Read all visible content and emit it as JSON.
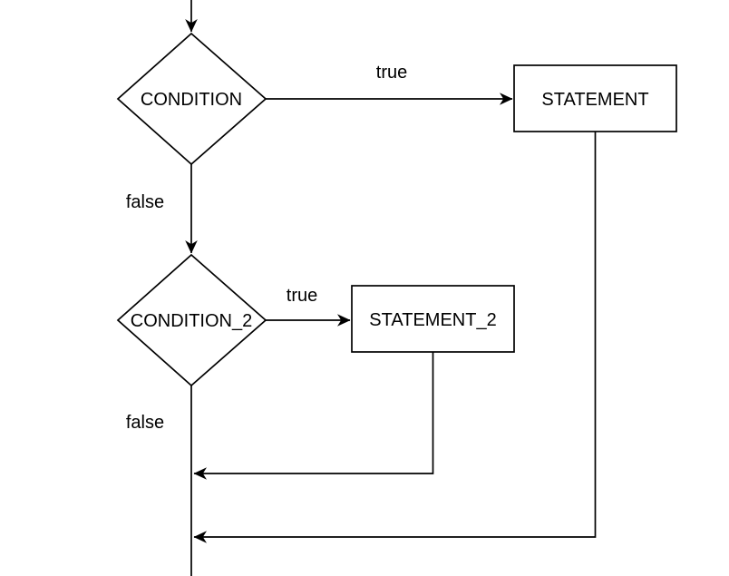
{
  "diagram": {
    "type": "flowchart",
    "background_color": "#ffffff",
    "stroke_color": "#000000",
    "shape_fill_color": "#ffffff",
    "text_color": "#000000",
    "nodes": [
      {
        "id": "condition",
        "shape": "decision-diamond",
        "label": "CONDITION"
      },
      {
        "id": "statement",
        "shape": "process-rectangle",
        "label": "STATEMENT"
      },
      {
        "id": "condition_2",
        "shape": "decision-diamond",
        "label": "CONDITION_2"
      },
      {
        "id": "statement_2",
        "shape": "process-rectangle",
        "label": "STATEMENT_2"
      }
    ],
    "edge_labels": {
      "condition_true": "true",
      "condition_false": "false",
      "condition_2_true": "true",
      "condition_2_false": "false"
    }
  }
}
